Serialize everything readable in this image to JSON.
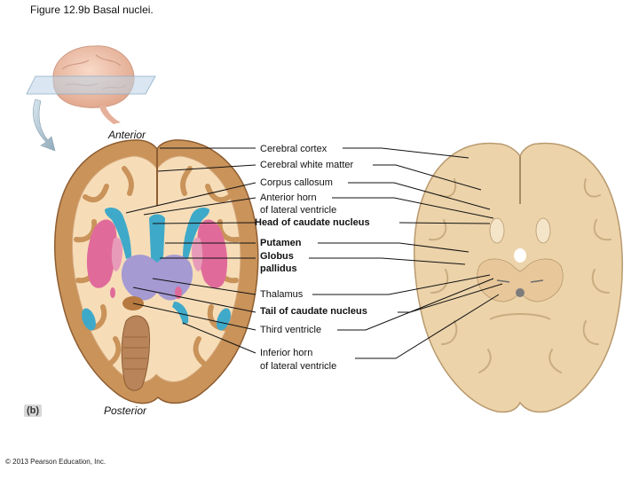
{
  "figure": {
    "title": "Figure 12.9b  Basal nuclei.",
    "panel_label": "(b)",
    "anterior": "Anterior",
    "posterior": "Posterior",
    "copyright": "© 2013 Pearson Education, Inc."
  },
  "labels": {
    "cerebral_cortex": "Cerebral cortex",
    "cerebral_white_matter": "Cerebral white matter",
    "corpus_callosum": "Corpus callosum",
    "anterior_horn_line1": "Anterior horn",
    "anterior_horn_line2": "of lateral ventricle",
    "head_caudate": "Head of caudate nucleus",
    "putamen": "Putamen",
    "globus_line1": "Globus",
    "globus_line2": "pallidus",
    "thalamus": "Thalamus",
    "tail_caudate": "Tail of caudate nucleus",
    "third_ventricle": "Third ventricle",
    "inferior_horn_line1": "Inferior horn",
    "inferior_horn_line2": "of lateral ventricle"
  },
  "colors": {
    "ventricles": "#3fa9c9",
    "putamen": "#e06b9a",
    "globus_pallidus": "#e89bb9",
    "thalamus": "#a59ad2",
    "cortex": "#c9935a",
    "white_matter": "#f6ddb8",
    "specimen": "#ecd3aa"
  }
}
